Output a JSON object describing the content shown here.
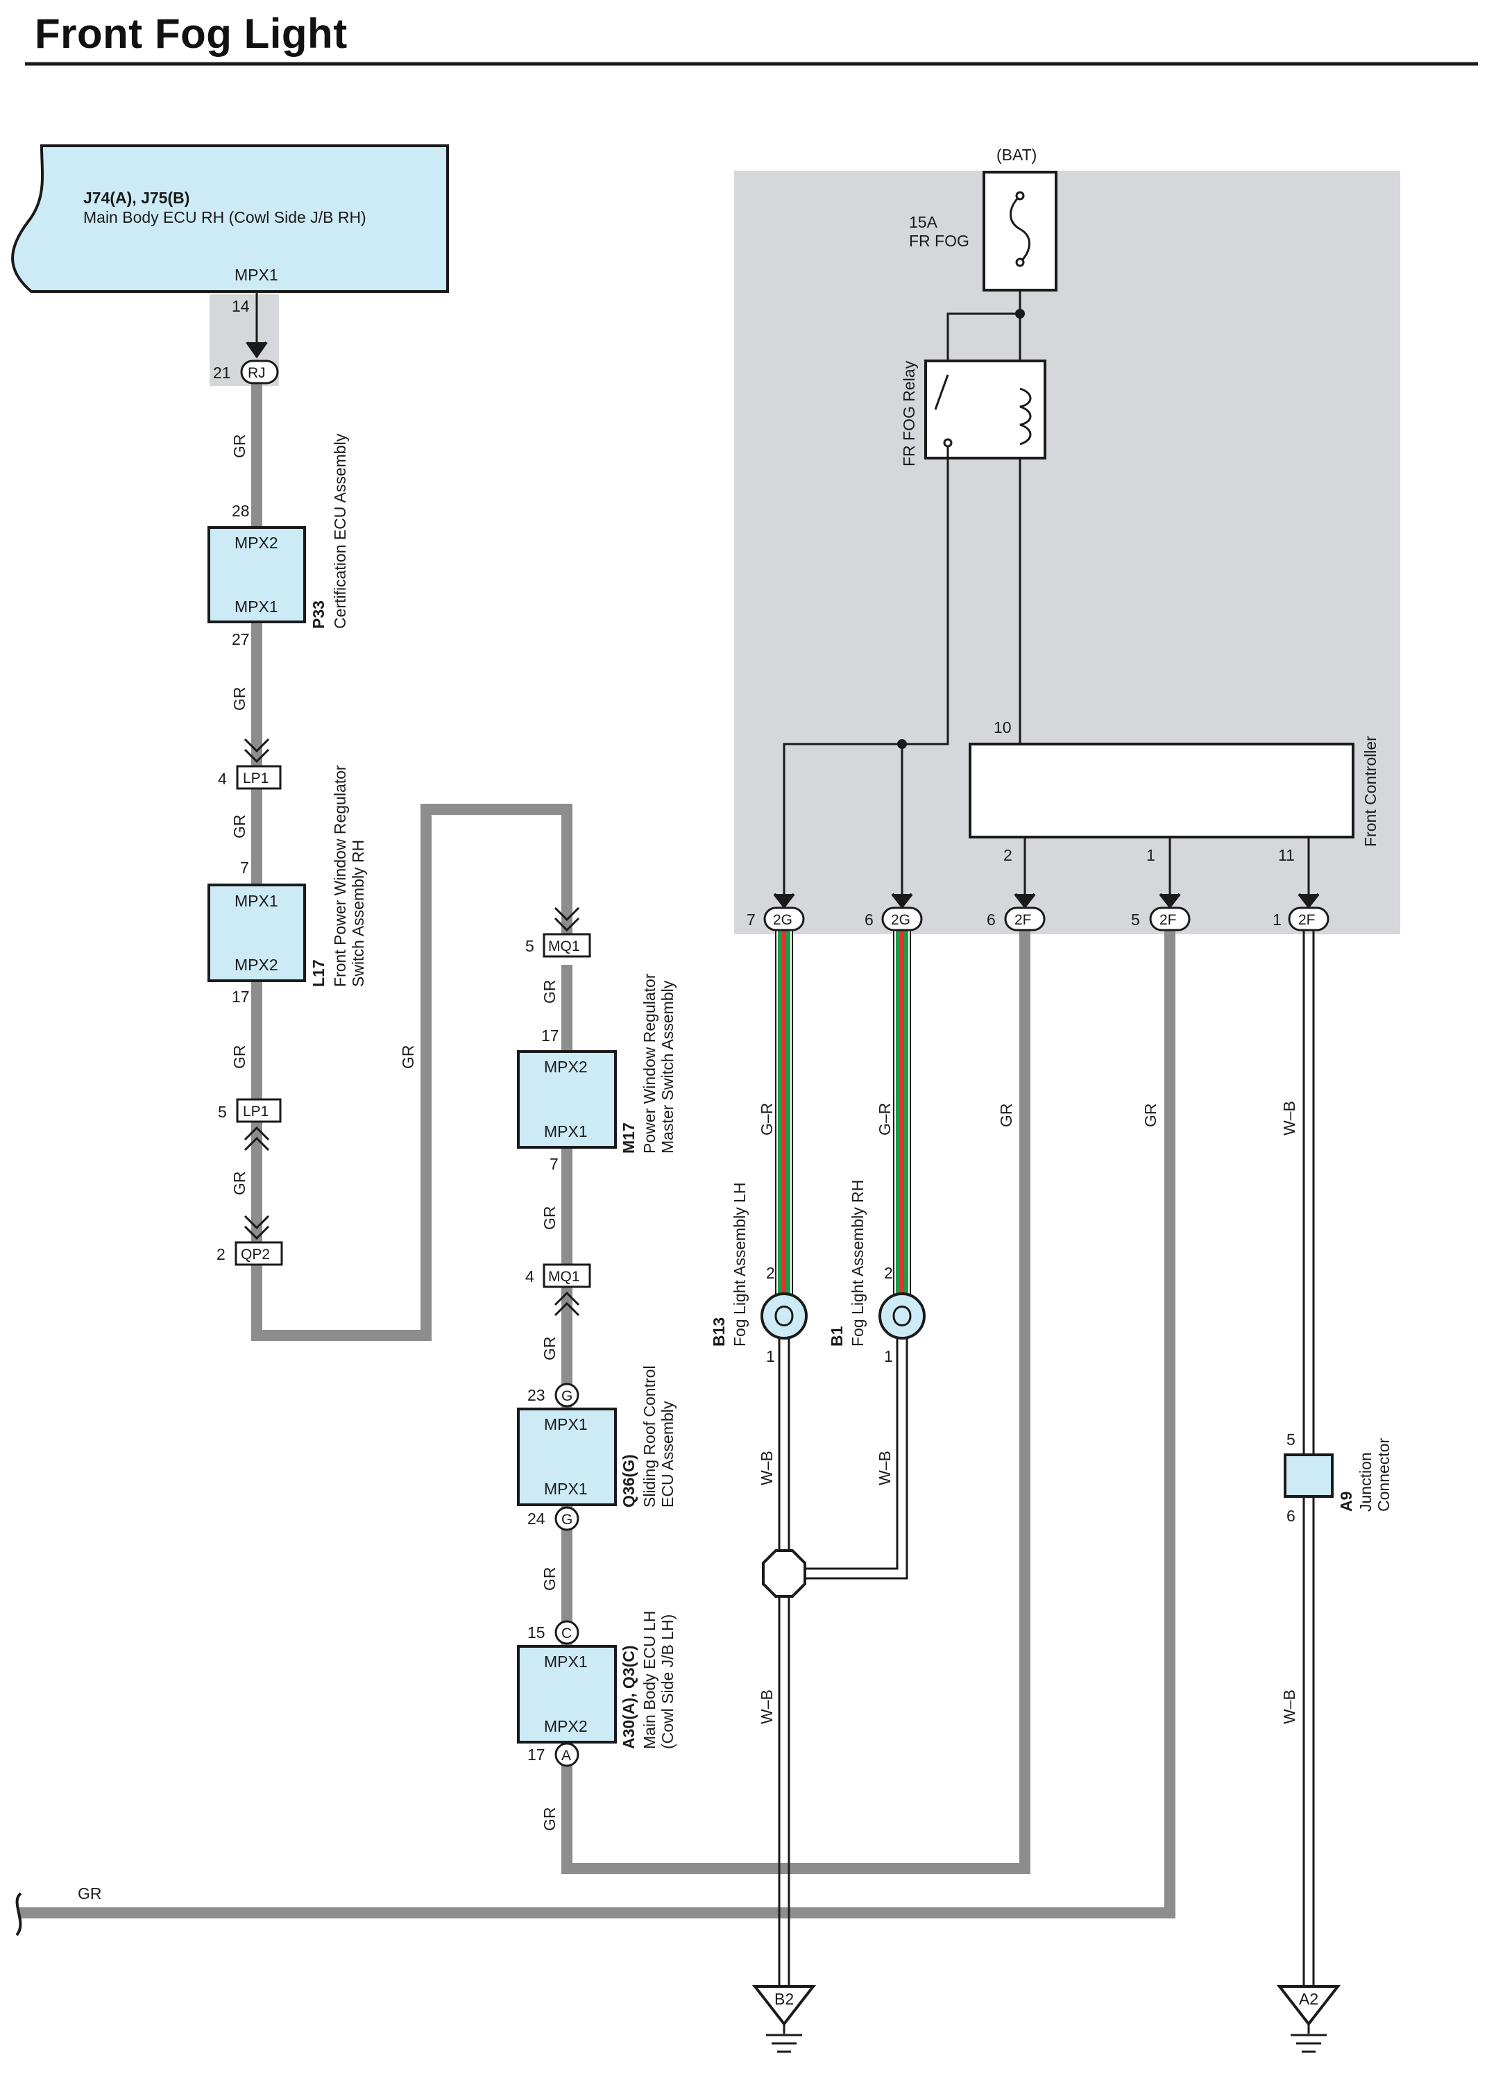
{
  "title": "Front Fog Light",
  "colors": {
    "ecu_fill": "#cdebf7",
    "shaded_area": "#d6d7da",
    "wire_gray": "#8d8d8d",
    "wire_green": "#1f9a4a",
    "wire_red": "#e0352b",
    "line_black": "#1a1a1a"
  },
  "components": {
    "main_body_ecu_rh": {
      "code": "J74(A), J75(B)",
      "name": "Main Body ECU RH (Cowl Side J/B RH)",
      "terminal": "MPX1",
      "pin": "14"
    },
    "certification_ecu": {
      "code": "P33",
      "name": "Certification ECU Assembly",
      "top": "MPX2",
      "bottom": "MPX1",
      "pin_top": "28",
      "pin_bottom": "27"
    },
    "front_pw_switch_rh": {
      "code": "L17",
      "name_1": "Front Power Window Regulator",
      "name_2": "Switch Assembly RH",
      "top": "MPX1",
      "bottom": "MPX2",
      "pin_top": "7",
      "pin_bottom": "17"
    },
    "pw_master_switch": {
      "code": "M17",
      "name_1": "Power Window Regulator",
      "name_2": "Master Switch Assembly",
      "top": "MPX2",
      "bottom": "MPX1",
      "pin_top": "17",
      "pin_bottom": "7"
    },
    "sliding_roof_ecu": {
      "code": "Q36(G)",
      "name_1": "Sliding Roof Control",
      "name_2": "ECU Assembly",
      "top": "MPX1",
      "bottom": "MPX1",
      "pin_top": "23",
      "pin_bottom": "24",
      "conn_top": "G",
      "conn_bottom": "G"
    },
    "main_body_ecu_lh": {
      "code": "A30(A), Q3(C)",
      "name_1": "Main Body ECU LH",
      "name_2": "(Cowl Side J/B LH)",
      "top": "MPX1",
      "bottom": "MPX2",
      "pin_top": "15",
      "pin_bottom": "17",
      "conn_top": "C",
      "conn_bottom": "A"
    },
    "fog_lh": {
      "code": "B13",
      "name": "Fog Light Assembly LH",
      "pin_top": "2",
      "pin_bottom": "1"
    },
    "fog_rh": {
      "code": "B1",
      "name": "Fog Light Assembly RH",
      "pin_top": "2",
      "pin_bottom": "1"
    },
    "junction": {
      "code": "A9",
      "name_1": "Junction",
      "name_2": "Connector",
      "pin_top": "5",
      "pin_bottom": "6"
    },
    "front_controller": {
      "name": "Front Controller",
      "pin_in": "10",
      "pins_out": [
        "2",
        "1",
        "11"
      ]
    },
    "relay": {
      "name": "FR FOG Relay"
    },
    "fuse": {
      "rating": "15A",
      "name": "FR FOG",
      "source": "(BAT)"
    }
  },
  "connectors": {
    "rj": {
      "label": "RJ",
      "pin": "21"
    },
    "lp1_a": {
      "label": "LP1",
      "pin": "4"
    },
    "lp1_b": {
      "label": "LP1",
      "pin": "5"
    },
    "qp2": {
      "label": "QP2",
      "pin": "2"
    },
    "mq1_a": {
      "label": "MQ1",
      "pin": "5"
    },
    "mq1_b": {
      "label": "MQ1",
      "pin": "4"
    },
    "c2g_a": {
      "label": "2G",
      "pin": "7"
    },
    "c2g_b": {
      "label": "2G",
      "pin": "6"
    },
    "c2f_a": {
      "label": "2F",
      "pin": "6"
    },
    "c2f_b": {
      "label": "2F",
      "pin": "5"
    },
    "c2f_c": {
      "label": "2F",
      "pin": "1"
    }
  },
  "wires": {
    "gr": "GR",
    "gr_label": "G–R",
    "wb_label": "W–B"
  },
  "grounds": {
    "left": "B2",
    "right": "A2"
  }
}
